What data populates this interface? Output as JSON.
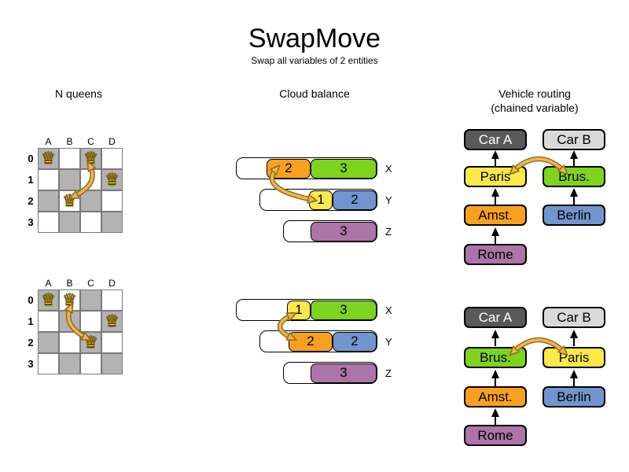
{
  "title": "SwapMove",
  "subtitle": "Swap all variables of 2 entities",
  "headers": {
    "nqueens": "N queens",
    "cloud": "Cloud balance",
    "vehicle_line1": "Vehicle routing",
    "vehicle_line2": "(chained variable)"
  },
  "icons": {
    "queen": "♛",
    "swap_arrow": "curved-double-headed-arrow",
    "chain_arrow": "up-arrow"
  },
  "nqueens": {
    "col_labels": [
      "A",
      "B",
      "C",
      "D"
    ],
    "row_labels": [
      "0",
      "1",
      "2",
      "3"
    ],
    "queens_before": [
      "A0",
      "C0",
      "D1",
      "B2"
    ],
    "queens_after": [
      "A0",
      "B0",
      "D1",
      "C2"
    ]
  },
  "cloud": {
    "before": {
      "rows": [
        {
          "label": "X",
          "blocks": [
            {
              "value": "2",
              "color": "#f9a11e"
            },
            {
              "value": "3",
              "color": "#7ed31f"
            }
          ]
        },
        {
          "label": "Y",
          "blocks": [
            {
              "value": "1",
              "color": "#fbe84a"
            },
            {
              "value": "2",
              "color": "#7295cf"
            }
          ]
        },
        {
          "label": "Z",
          "blocks": [
            {
              "value": "3",
              "color": "#ad74a8"
            }
          ]
        }
      ]
    },
    "after": {
      "rows": [
        {
          "label": "X",
          "blocks": [
            {
              "value": "1",
              "color": "#fbe84a"
            },
            {
              "value": "3",
              "color": "#7ed31f"
            }
          ]
        },
        {
          "label": "Y",
          "blocks": [
            {
              "value": "2",
              "color": "#f9a11e"
            },
            {
              "value": "2",
              "color": "#7295cf"
            }
          ]
        },
        {
          "label": "Z",
          "blocks": [
            {
              "value": "3",
              "color": "#ad74a8"
            }
          ]
        }
      ]
    }
  },
  "vehicle": {
    "before": {
      "car_a": "Car A",
      "car_b": "Car B",
      "row1_left": "Paris",
      "row1_right": "Brus.",
      "row2_left": "Amst.",
      "row2_right": "Berlin",
      "row3_left": "Rome"
    },
    "after": {
      "car_a": "Car A",
      "car_b": "Car B",
      "row1_left": "Brus.",
      "row1_right": "Paris",
      "row2_left": "Amst.",
      "row2_right": "Berlin",
      "row3_left": "Rome"
    }
  },
  "palette": {
    "orange": "#f9a11e",
    "green": "#7ed31f",
    "yellow": "#fbe84a",
    "blue": "#7295cf",
    "purple": "#ad74a8",
    "car_dark_gray": "#595959",
    "car_light_gray": "#d9d9d9",
    "board_gray": "#b3b3b3",
    "arrow_tan": "#edb64e",
    "arrow_outline": "#8f6b1e",
    "queen_gold": "#f0c419"
  }
}
